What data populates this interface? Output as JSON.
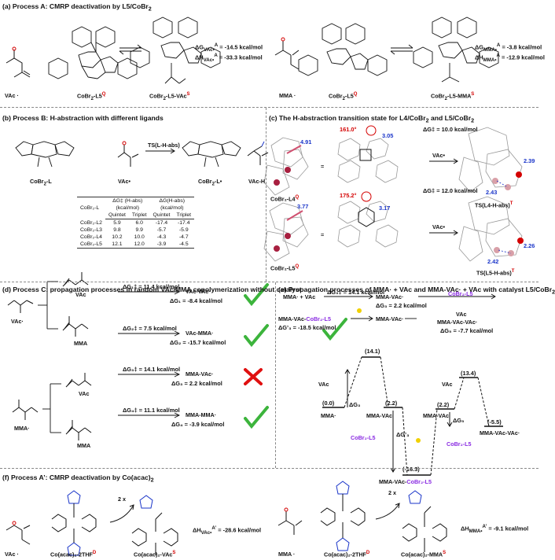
{
  "panels": {
    "a": {
      "title": "(a) Process A: CMRP deactivation by L5/CoBr",
      "title_sub": "2",
      "vac": "VAc ·",
      "cobr2": "CoBr",
      "cobr2_sub": "2",
      "cobr2_l5": "-L5",
      "cobr2_sup": "Q",
      "cobr2_l5_vac": "-L5-VAc",
      "cobr2_l5_vac_sup": "S",
      "dg1": "ΔG",
      "dg1_sub": "VAc•",
      "dg1_sup": "A",
      "dg1_val": "= -14.5 kcal/mol",
      "dh1": "ΔH",
      "dh1_sub": "VAc•",
      "dh1_sup": "A",
      "dh1_val": "= -33.3 kcal/mol",
      "mma": "MMA ·",
      "cobr2_l5_mma": "-L5-MMA",
      "cobr2_l5_mma_sup": "S",
      "dg2": "ΔG",
      "dg2_sub": "MMA•",
      "dg2_sup": "A",
      "dg2_val": "= -3.8 kcal/mol",
      "dh2": "ΔH",
      "dh2_sub": "MMA•",
      "dh2_sup": "A",
      "dh2_val": "= -12.9 kcal/mol"
    },
    "b": {
      "title": "(b) Process B: H-abstraction with different ligands",
      "arrow_label": "TS(L-H-abs)",
      "cobr2_l": "CoBr",
      "cobr2_l_sub": "2",
      "cobr2_l_suffix": "-L",
      "vac_dot": "VAc•",
      "cobr2_l_dot_suffix": "-L•",
      "vac_h": "VAc-H",
      "table": {
        "h1": "CoBr₂-L",
        "h2": "ΔG‡ (H-abs)",
        "h2b": "(kcal/mol)",
        "h3": "ΔG(H-abs)",
        "h3b": "(kcal/mol)",
        "sub": [
          "Quintet",
          "Triplet",
          "Quintet",
          "Triplet"
        ],
        "rows": [
          [
            "CoBr₂-L2",
            "5.9",
            "6.0",
            "-17.4",
            "-17.4"
          ],
          [
            "CoBr₂-L3",
            "9.8",
            "9.9",
            "-5.7",
            "-5.9"
          ],
          [
            "CoBr₂-L4",
            "10.2",
            "10.0",
            "-4.3",
            "-4.7"
          ],
          [
            "CoBr₂-L5",
            "12.1",
            "12.0",
            "-3.9",
            "-4.5"
          ]
        ]
      }
    },
    "c": {
      "title": "(c) The H-abstraction transition state for L4/CoBr",
      "title_mid": "2",
      "title_end": " and L5/CoBr",
      "title_sub2": "2",
      "dist_491": "4.91",
      "angle_161": "161.0°",
      "dist_305": "3.05",
      "dg_top": "ΔG‡ = 10.0 kcal/mol",
      "vac_dot": "VAc•",
      "d239": "2.39",
      "d243": "2.43",
      "cobr2_l4": "CoBr₂-L4",
      "cobr2_l4_sup": "Q",
      "ts_l4": "TS(L4-H-abs)",
      "ts_l4_sup": "T",
      "dg_bot": "ΔG‡ = 12.0 kcal/mol",
      "dist_377": "3.77",
      "angle_175": "175.2°",
      "dist_317": "3.17",
      "d226": "2.26",
      "d242": "2.42",
      "cobr2_l5": "CoBr₂-L5",
      "cobr2_l5_sup": "Q",
      "ts_l5": "TS(L5-H-abs)",
      "ts_l5_sup": "T",
      "eq": "="
    },
    "d": {
      "title": "(d) Process C: propagation processes in random VAc/MMA copolymerization without catalyst",
      "vac_dot": "VAc·",
      "mma_dot": "MMA·",
      "vac": "VAc",
      "mma": "MMA",
      "r1_ts": "ΔG₁‡ = 11.4 kcal/mol",
      "r1_prod": "VAc-VAc·",
      "r1_dg": "ΔG₁ = -8.4 kcal/mol",
      "r2_ts": "ΔG₂‡ = 7.5 kcal/mol",
      "r2_prod": "VAc-MMA·",
      "r2_dg": "ΔG₂ = -15.7 kcal/mol",
      "r3_ts": "ΔG₃‡ = 14.1 kcal/mol",
      "r3_prod": "MMA-VAc·",
      "r3_dg": "ΔG₃ = 2.2 kcal/mol",
      "r4_ts": "ΔG₄‡ = 11.1 kcal/mol",
      "r4_prod": "MMA-MMA·",
      "r4_dg": "ΔG₄ = -3.9 kcal/mol"
    },
    "e": {
      "title": "(e) Propagation processes of MMA· + VAc and MMA-VAc· + VAc with catalyst L5/CoBr",
      "title_sub": "2",
      "s_left": "MMA· + VAc",
      "s_ts": "ΔG₃‡ = 14.1 kcal/mol",
      "s_prod": "MMA-VAc·",
      "s_dg": "ΔG₃ = 2.2 kcal/mol",
      "s_cat": "CoBr₂-L5",
      "s2_left": "MMA-VAc-",
      "s2_left_cat": "CoBr₂-L5",
      "s2_dg": "ΔG’₃ = -18.5 kcal/mol",
      "s2_prod": "MMA-VAc·",
      "s2_vac": "VAc",
      "s2_prod2": "MMA-VAc-VAc·",
      "s2_dg2": "ΔG₅ = -7.7 kcal/mol",
      "profile": {
        "vac1": "VAc",
        "e00": "(0.0)",
        "mma": "MMA·",
        "dg3": "ΔG₃",
        "e141": "(14.1)",
        "e22a": "(2.2)",
        "mmavac": "MMA-VAc·",
        "cat1": "CoBr₂-L5",
        "dg3p": "ΔG’₃",
        "e163": "(-16.3)",
        "bottom": "MMA-VAc-",
        "bottom_cat": "CoBr₂-L5",
        "vac2": "VAc",
        "e22b": "(2.2)",
        "e134": "(13.4)",
        "dg5": "ΔG₅",
        "mmavac2": "MMA-VAc·",
        "cat2": "CoBr₂-L5",
        "e55": "(-5.5)",
        "mmavacvac": "MMA-VAc-VAc·"
      }
    },
    "f": {
      "title": "(f) Process A’: CMRP deactivation by Co(acac)",
      "title_sub": "2",
      "vac": "VAc ·",
      "thf1": "2 x",
      "coacac": "Co(acac)₂-2THF",
      "coacac_sup": "D",
      "coacac_vac": "Co(acac)₂-VAc",
      "coacac_vac_sup": "S",
      "dh1": "ΔH",
      "dh1_sub": "VAc•",
      "dh1_sup": "A’",
      "dh1_val": "= -28.6 kcal/mol",
      "mma": "MMA ·",
      "coacac_mma": "Co(acac)₂-MMA",
      "coacac_mma_sup": "S",
      "dh2": "ΔH",
      "dh2_sub": "MMA•",
      "dh2_sup": "A’",
      "dh2_val": "= -9.1 kcal/mol"
    }
  },
  "colors": {
    "red": "#d40000",
    "blue": "#1a35c9",
    "purple": "#8a2be2",
    "green": "#3cb43c",
    "cross": "#e01010"
  }
}
